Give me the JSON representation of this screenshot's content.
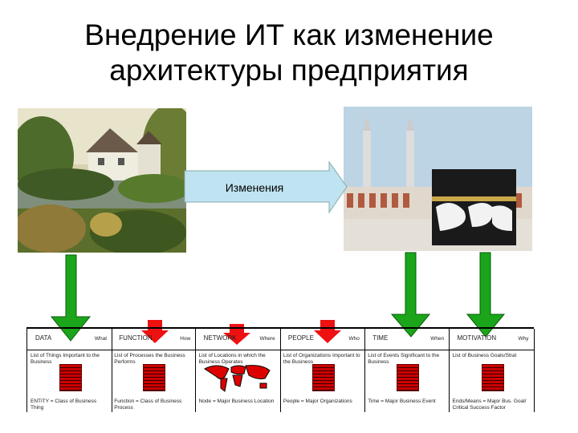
{
  "title_lines": [
    "Внедрение ИТ как изменение",
    "архитектуры предприятия"
  ],
  "arrow_label": "Изменения",
  "colors": {
    "green_arrow": "#1aa51a",
    "red_arrow": "#ee1111",
    "change_arrow": "#bfe3f1"
  },
  "columns": [
    {
      "name": "DATA",
      "question": "What",
      "top": "List of Things Important to the Business",
      "bottom": "ENTITY = Class of Business Thing",
      "icon": "document-icon",
      "arrow": "green"
    },
    {
      "name": "FUNCTION",
      "question": "How",
      "top": "List of Processes the Business Performs",
      "bottom": "Function = Class of Business Process",
      "icon": "document-icon",
      "arrow": "red"
    },
    {
      "name": "NETWORK",
      "question": "Where",
      "top": "List of Locations in which the Business Operates",
      "bottom": "Node = Major Business Location",
      "icon": "world-map-icon",
      "arrow": "red"
    },
    {
      "name": "PEOPLE",
      "question": "Who",
      "top": "List of Organizations Important to the Business",
      "bottom": "People = Major Organizations",
      "icon": "document-icon",
      "arrow": "red"
    },
    {
      "name": "TIME",
      "question": "When",
      "top": "List of Events Significant to the Business",
      "bottom": "Time = Major Business Event",
      "icon": "document-icon",
      "arrow": "green"
    },
    {
      "name": "MOTIVATION",
      "question": "Why",
      "top": "List of Business Goals/Strat",
      "bottom": "Ends/Means = Major Bus. Goal/ Critical Success Factor",
      "icon": "document-icon",
      "arrow": "green"
    }
  ]
}
